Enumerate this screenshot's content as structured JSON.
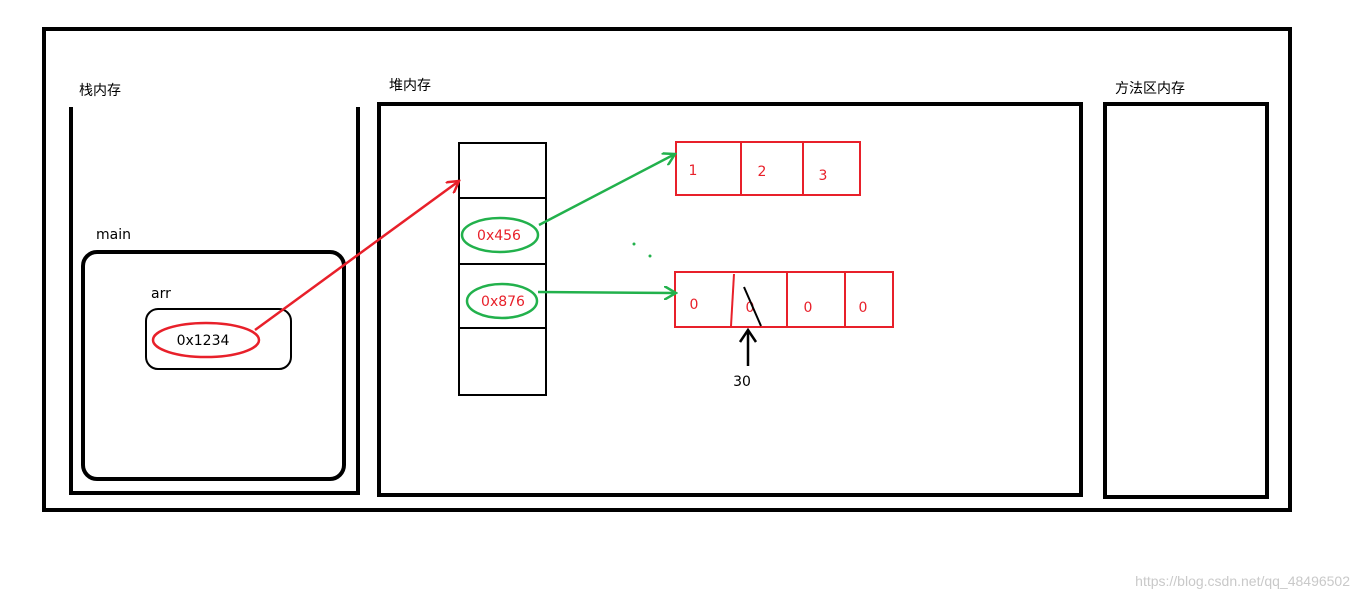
{
  "labels": {
    "stack": "栈内存",
    "heap": "堆内存",
    "method_area": "方法区内存",
    "main": "main",
    "arr": "arr"
  },
  "stack": {
    "arr_value": "0x1234"
  },
  "heap": {
    "pointer_array": [
      "",
      "0x456",
      "0x876",
      ""
    ],
    "array_1": [
      "1",
      "2",
      "3"
    ],
    "array_2": [
      "0",
      "0",
      "0",
      "0"
    ]
  },
  "annotation": {
    "value": "30"
  },
  "watermark": "https://blog.csdn.net/qq_48496502",
  "colors": {
    "frame": "#000000",
    "red": "#e8202a",
    "green": "#22b14c"
  }
}
